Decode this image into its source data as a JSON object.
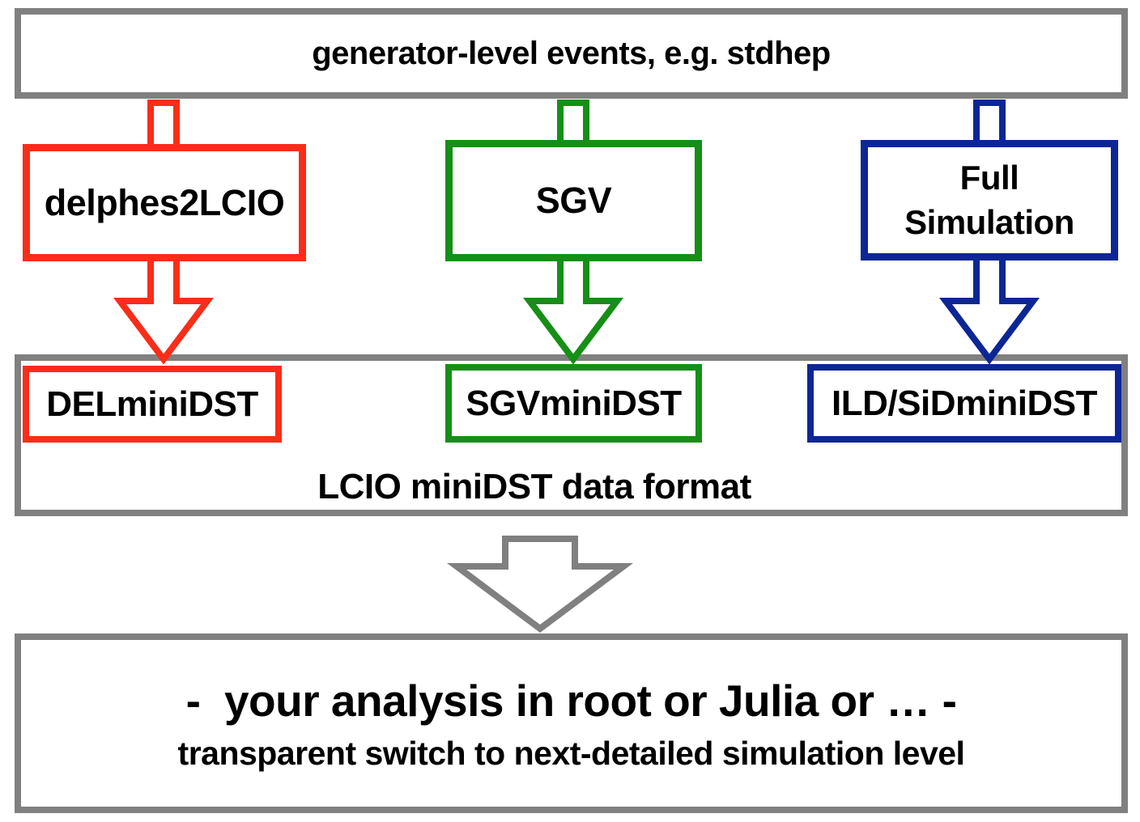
{
  "diagram": {
    "top_box": {
      "label": "generator-level events, e.g. stdhep"
    },
    "branches": [
      {
        "id": "delphes",
        "color": "#fa2d19",
        "tool_label": "delphes2LCIO",
        "output_label": "DELminiDST"
      },
      {
        "id": "sgv",
        "color": "#158f15",
        "tool_label": "SGV",
        "output_label": "SGVminiDST"
      },
      {
        "id": "fullsim",
        "color": "#0d2695",
        "tool_label": "Full Simulation",
        "output_label": "ILD/SiDminiDST"
      }
    ],
    "middle_box": {
      "label": "LCIO miniDST data format"
    },
    "bottom_box": {
      "line1": "-  your analysis in root or Julia or … -",
      "line2": "transparent switch to next-detailed simulation level"
    },
    "colors": {
      "frame_gray": "#808080",
      "red": "#fa2d19",
      "green": "#158f15",
      "blue": "#0d2695",
      "text": "#000000",
      "background": "#ffffff"
    }
  }
}
